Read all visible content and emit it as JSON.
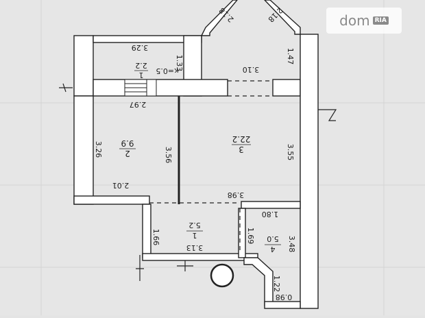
{
  "watermark": {
    "brand": "dom",
    "badge": "RIA"
  },
  "rooms": [
    {
      "number": "1",
      "area": "2.2",
      "note": "к=0.5"
    },
    {
      "number": "2",
      "area": "9.9"
    },
    {
      "number": "3",
      "area": "22.2"
    },
    {
      "number": "1",
      "area": "5.2"
    },
    {
      "number": "4",
      "area": "5.0"
    }
  ],
  "dimensions": [
    "3.29",
    "1.33",
    "2.18",
    "2.18",
    "1.47",
    "3.10",
    "2.97",
    "3.26",
    "3.56",
    "3.55",
    "2.01",
    "3.98",
    "1.80",
    "1.66",
    "1.69",
    "3.13",
    "3.48",
    "1.22",
    "0.98"
  ]
}
